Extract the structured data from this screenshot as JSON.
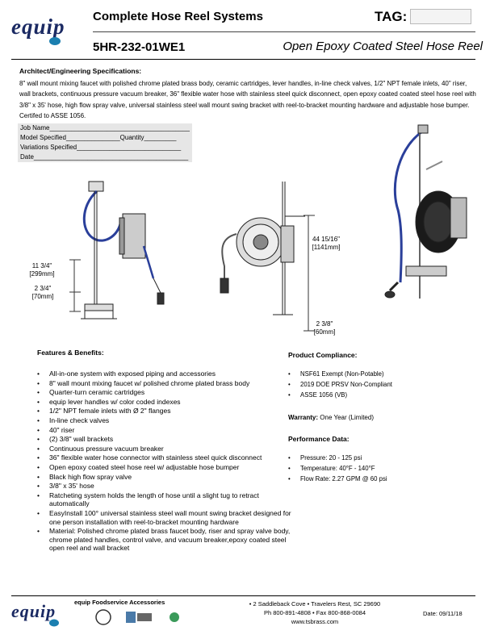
{
  "header": {
    "logo": "equip",
    "title": "Complete Hose Reel Systems",
    "model": "5HR-232-01WE1",
    "description": "Open Epoxy Coated Steel Hose Reel",
    "tag_label": "TAG:"
  },
  "specs": {
    "heading": "Architect/Engineering Specifications:",
    "body": "8\" wall mount mixing faucet with polished chrome plated brass body, ceramic cartridges, lever handles, in-line check valves, 1/2\" NPT female inlets, 40\" riser, wall brackets, continuous pressure vacuum breaker, 36\" flexible water hose with stainless steel quick disconnect, open epoxy coated coated steel hose reel with 3/8\" x 35' hose, high flow spray valve, universal stainless steel wall mount swing bracket with reel-to-bracket mounting hardware and adjustable hose bumper. Certifed to ASSE 1056."
  },
  "job_form": [
    "Job Name_______________________________________",
    "Model Specified_______________Quantity_________",
    "Variations Specified_____________________________",
    "Date___________________________________________"
  ],
  "dimensions": {
    "d1": "11 3/4\"",
    "d1_mm": "299mm",
    "d2": "2 3/4\"",
    "d2_mm": "70mm",
    "d3": "44 15/16\"",
    "d3_mm": "1141mm",
    "d4": "2 3/8\"",
    "d4_mm": "60mm"
  },
  "features": {
    "heading": "Features & Benefits:",
    "items": [
      "All-in-one system with exposed piping and accessories",
      "8\" wall mount mixing faucet w/ polished chrome plated brass body",
      "Quarter-turn ceramic cartridges",
      "equip lever handles w/ color coded indexes",
      "1/2\" NPT female inlets with Ø 2\" flanges",
      "In-line check valves",
      "40\" riser",
      "(2) 3/8\" wall brackets",
      "Continuous pressure vacuum breaker",
      "36\" flexible water hose connector with stainless steel quick disconnect",
      "Open epoxy coated steel hose reel w/ adjustable hose bumper",
      "Black high flow spray valve",
      "3/8\" x 35' hose",
      "Ratcheting system holds the length of hose until a slight tug to retract automatically",
      "EasyInstall 100° universal stainless steel wall mount swing bracket designed for one person installation with reel-to-bracket mounting hardware",
      "Material: Polished chrome plated brass faucet body, riser and spray valve body, chrome plated handles, control valve, and vacuum breaker,epoxy coated steel open reel and wall bracket"
    ]
  },
  "compliance": {
    "heading": "Product Compliance:",
    "items": [
      "NSF61 Exempt (Non-Potable)",
      "2019 DOE PRSV Non-Compliant",
      "ASSE 1056 (VB)"
    ]
  },
  "warranty": {
    "label": "Warranty:",
    "value": "One Year (Limited)"
  },
  "performance": {
    "heading": "Performance Data:",
    "items": [
      "Pressure: 20 - 125 psi",
      "Temperature: 40°F - 140°F",
      "Flow Rate: 2.27 GPM @ 60 psi"
    ]
  },
  "footer": {
    "logo": "equip",
    "brand": "equip Foodservice Accessories",
    "address": "• 2 Saddleback Cove • Travelers Rest, SC 29690",
    "phone": "Ph 800-891-4808 • Fax 800-868-0084",
    "web": "www.tsbrass.com",
    "date": "Date: 09/11/18"
  }
}
